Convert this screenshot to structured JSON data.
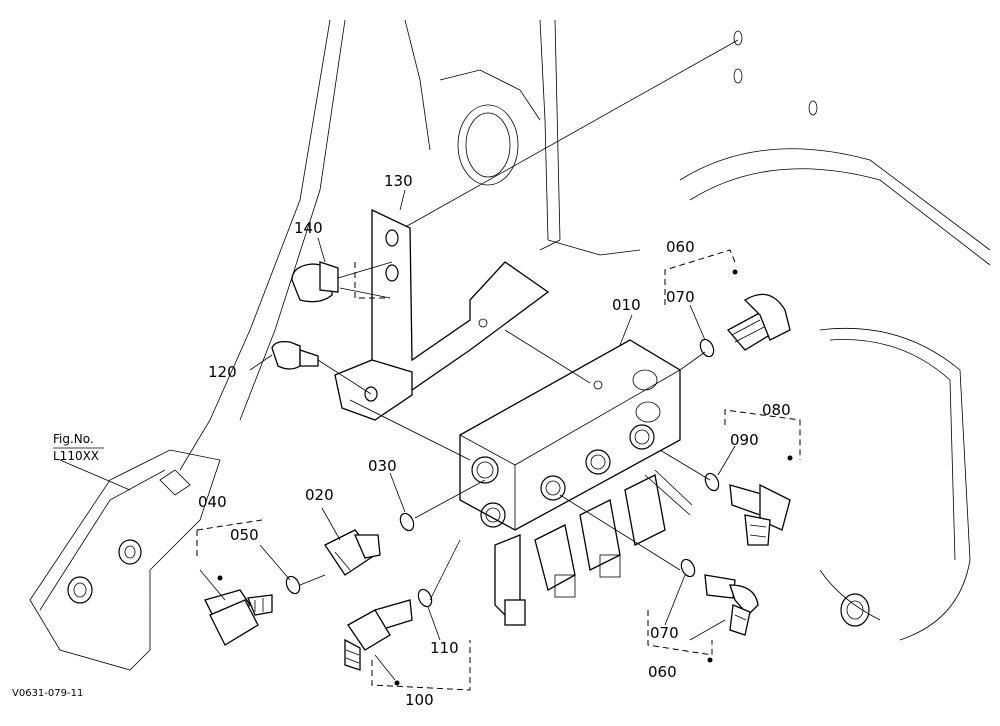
{
  "labels": {
    "p130": "130",
    "p140": "140",
    "p060a": "060",
    "p070a": "070",
    "p010": "010",
    "p120": "120",
    "p080": "080",
    "p090": "090",
    "p030": "030",
    "p020": "020",
    "p040": "040",
    "p050": "050",
    "p110": "110",
    "p070b": "070",
    "p060b": "060",
    "p100": "100"
  },
  "figure": {
    "ref_line1": "Fig.No.",
    "ref_line2": "L110XX",
    "drawing_code": "V0631-079-11"
  }
}
